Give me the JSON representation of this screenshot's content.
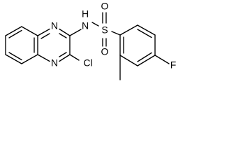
{
  "atom_labels": {
    "n_top": "N",
    "n_bottom": "N",
    "nh": "N",
    "h": "H",
    "cl": "Cl",
    "s": "S",
    "o_left": "O",
    "o_right": "O",
    "f": "F"
  },
  "colors": {
    "bond": "#000000",
    "text": "#000000",
    "background": "#ffffff"
  }
}
